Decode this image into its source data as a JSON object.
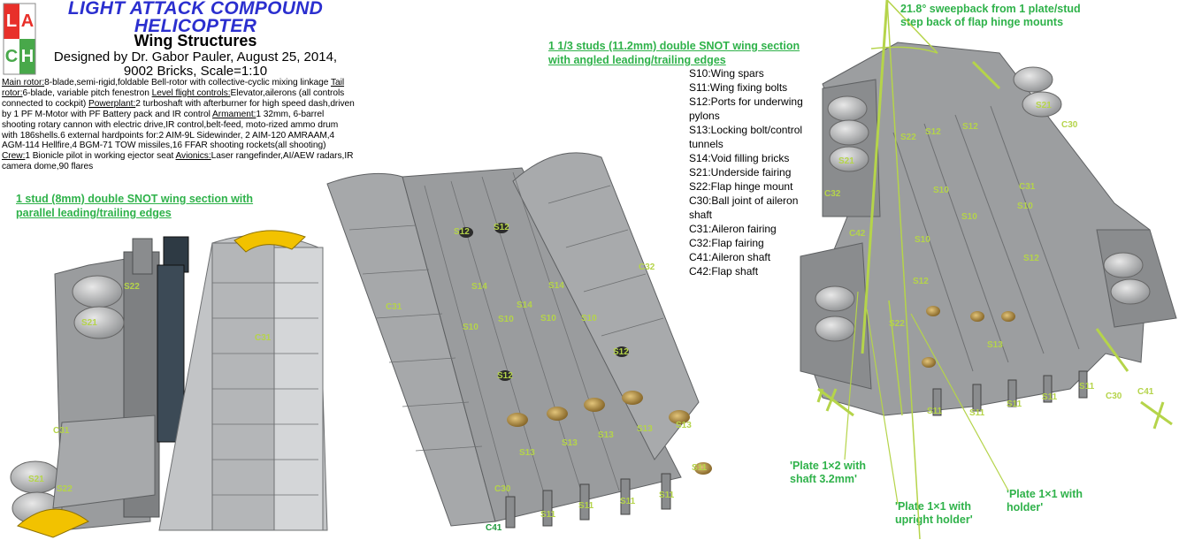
{
  "header": {
    "logo_letters": [
      "L",
      "A",
      "C",
      "H"
    ],
    "title_line1": "LIGHT ATTACK COMPOUND",
    "title_line2": "HELICOPTER",
    "subtitle": "Wing Structures",
    "designer_line1": "Designed by Dr. Gabor Pauler, August 25, 2014,",
    "designer_line2": "9002 Bricks, Scale=1:10"
  },
  "specs": [
    {
      "key": "Main rotor:",
      "text": "8-blade,semi-rigid,foldable Bell-rotor with collective-cyclic mixing linkage"
    },
    {
      "key": "Tail rotor:",
      "text": "6-blade, variable pitch fenestron "
    },
    {
      "key": "Level flight controls:",
      "text": "Elevator,ailerons (all controls connected to cockpit) "
    },
    {
      "key": "Powerplant:",
      "text": "2 turboshaft with afterburner for high speed dash,driven by 1 PF M-Motor with PF Battery pack and IR control "
    },
    {
      "key": "Armament:",
      "text": "1 32mm, 6-barrel shooting rotary cannon with electric drive,IR control,belt-feed, moto-rized ammo drum with 186shells.6 external hardpoints for:2 AIM-9L Sidewinder, 2 AIM-120 AMRAAM,4 AGM-114 Hellfire,4 BGM-71 TOW missiles,16 FFAR shooting rockets(all shooting) "
    },
    {
      "key": "Crew:",
      "text": "1 Bionicle pilot in working ejector seat "
    },
    {
      "key": "Avionics:",
      "text": "Laser rangefinder,AI/AEW radars,IR camera dome,90 flares"
    }
  ],
  "sections": {
    "left_line1": "1 stud (8mm) double SNOT wing section with",
    "left_line2": "parallel leading/trailing edges",
    "center_line1": "1 1/3 studs (11.2mm) double SNOT wing section",
    "center_line2": "with angled leading/trailing edges"
  },
  "legend": [
    "S10:Wing spars",
    "S11:Wing fixing bolts",
    "S12:Ports for underwing pylons",
    "S13:Locking bolt/control tunnels",
    "S14:Void filling bricks",
    "S21:Underside fairing",
    "S22:Flap hinge mount",
    "C30:Ball joint of aileron shaft",
    "C31:Aileron fairing",
    "C32:Flap fairing",
    "C41:Aileron shaft",
    "C42:Flap shaft"
  ],
  "notes": {
    "sweep_line1": "21.8° sweepback from 1 plate/stud",
    "sweep_line2": "step back of flap hinge mounts",
    "plate12_line1": "'Plate 1×2 with",
    "plate12_line2": "shaft 3.2mm'",
    "plate11u_line1": "'Plate 1×1 with",
    "plate11u_line2": "upright holder'",
    "plate11h_line1": "'Plate 1×1 with",
    "plate11h_line2": "holder'"
  },
  "part_labels": {
    "s10": "S10",
    "s11": "S11",
    "s12": "S12",
    "s13": "S13",
    "s14": "S14",
    "s21": "S21",
    "s22": "S22",
    "c30": "C30",
    "c31": "C31",
    "c32": "C32",
    "c41": "C41",
    "c42": "C42"
  },
  "colors": {
    "title_blue": "#2b2fcf",
    "accent_green": "#2fb24a",
    "label_yellowgreen": "#b5d44a",
    "lego_gray": "#a2a4a6",
    "lego_yellow": "#f2c200",
    "lego_brass": "#b08a3c"
  }
}
